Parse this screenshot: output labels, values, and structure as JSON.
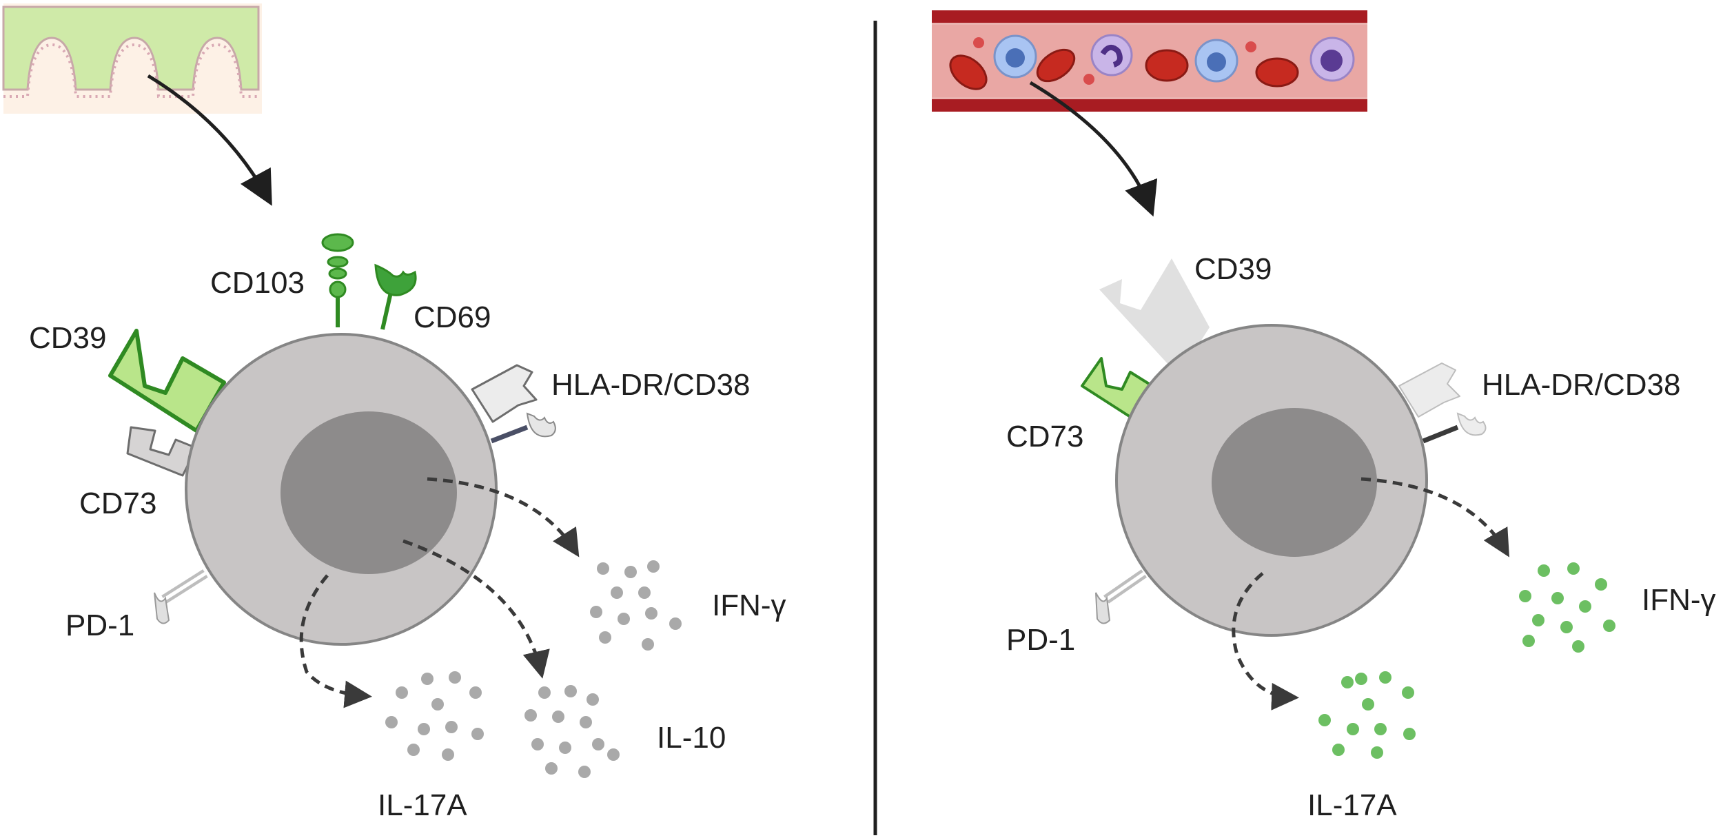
{
  "left_panel": {
    "labels": {
      "cd103": "CD103",
      "cd69": "CD69",
      "cd39": "CD39",
      "hla": "HLA-DR/CD38",
      "cd73": "CD73",
      "pd1": "PD-1",
      "ifng": "IFN-γ",
      "il10": "IL-10",
      "il17a": "IL-17A"
    }
  },
  "right_panel": {
    "labels": {
      "cd39": "CD39",
      "cd73": "CD73",
      "hla": "HLA-DR/CD38",
      "pd1": "PD-1",
      "ifng": "IFN-γ",
      "il17a": "IL-17A"
    }
  },
  "colors": {
    "cell": "#c8c5c5",
    "nucleus": "#8d8b8b",
    "receptor_green": "#b9e58a",
    "receptor_green_edge": "#2f8a22",
    "cytokine_grey": "#a9a9a9",
    "cytokine_green": "#6cbf62",
    "blood_vessel": "#a81c22"
  }
}
